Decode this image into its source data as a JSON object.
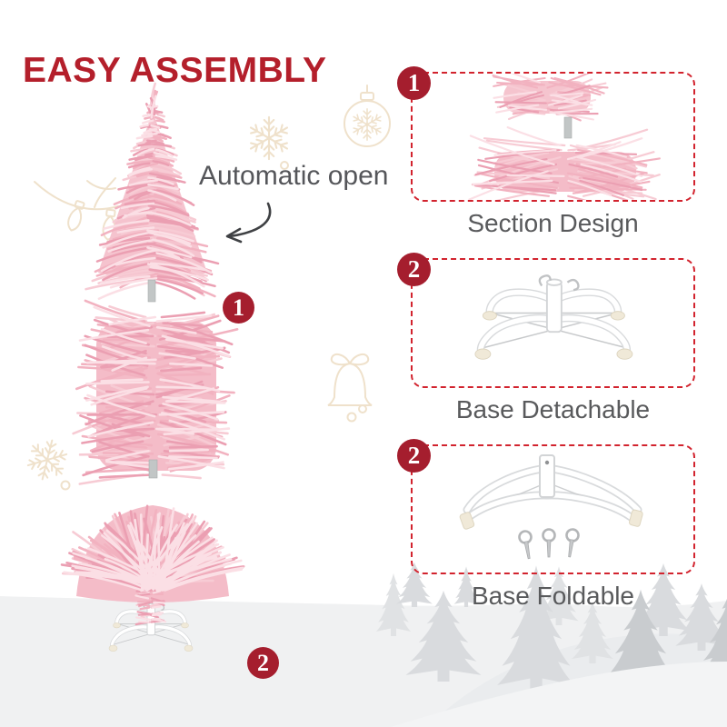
{
  "title": "EASY ASSEMBLY",
  "annotation": "Automatic open",
  "steps": {
    "one": "1",
    "two": "2"
  },
  "panels": [
    {
      "badge": "1",
      "caption": "Section Design"
    },
    {
      "badge": "2",
      "caption": "Base Detachable"
    },
    {
      "badge": "2",
      "caption": "Base Foldable"
    }
  ],
  "colors": {
    "title_red": "#b41f2b",
    "badge_red": "#a51e2e",
    "dash_red": "#d2232e",
    "caption_gray": "#595a5c",
    "annotation_gray": "#55565a",
    "tree_pink": "#f2b9c4",
    "stand_white": "#ffffff",
    "snow_gray": "#f0f1f2",
    "silhouette_gray": "#d9dbde",
    "silhouette_dark_gray": "#c9cccf",
    "deco_beige": "#ecdcc2"
  },
  "decorations": [
    "snowflake-icon",
    "bauble-icon",
    "string-lights-icon",
    "bell-icon",
    "curved-arrow-icon"
  ]
}
